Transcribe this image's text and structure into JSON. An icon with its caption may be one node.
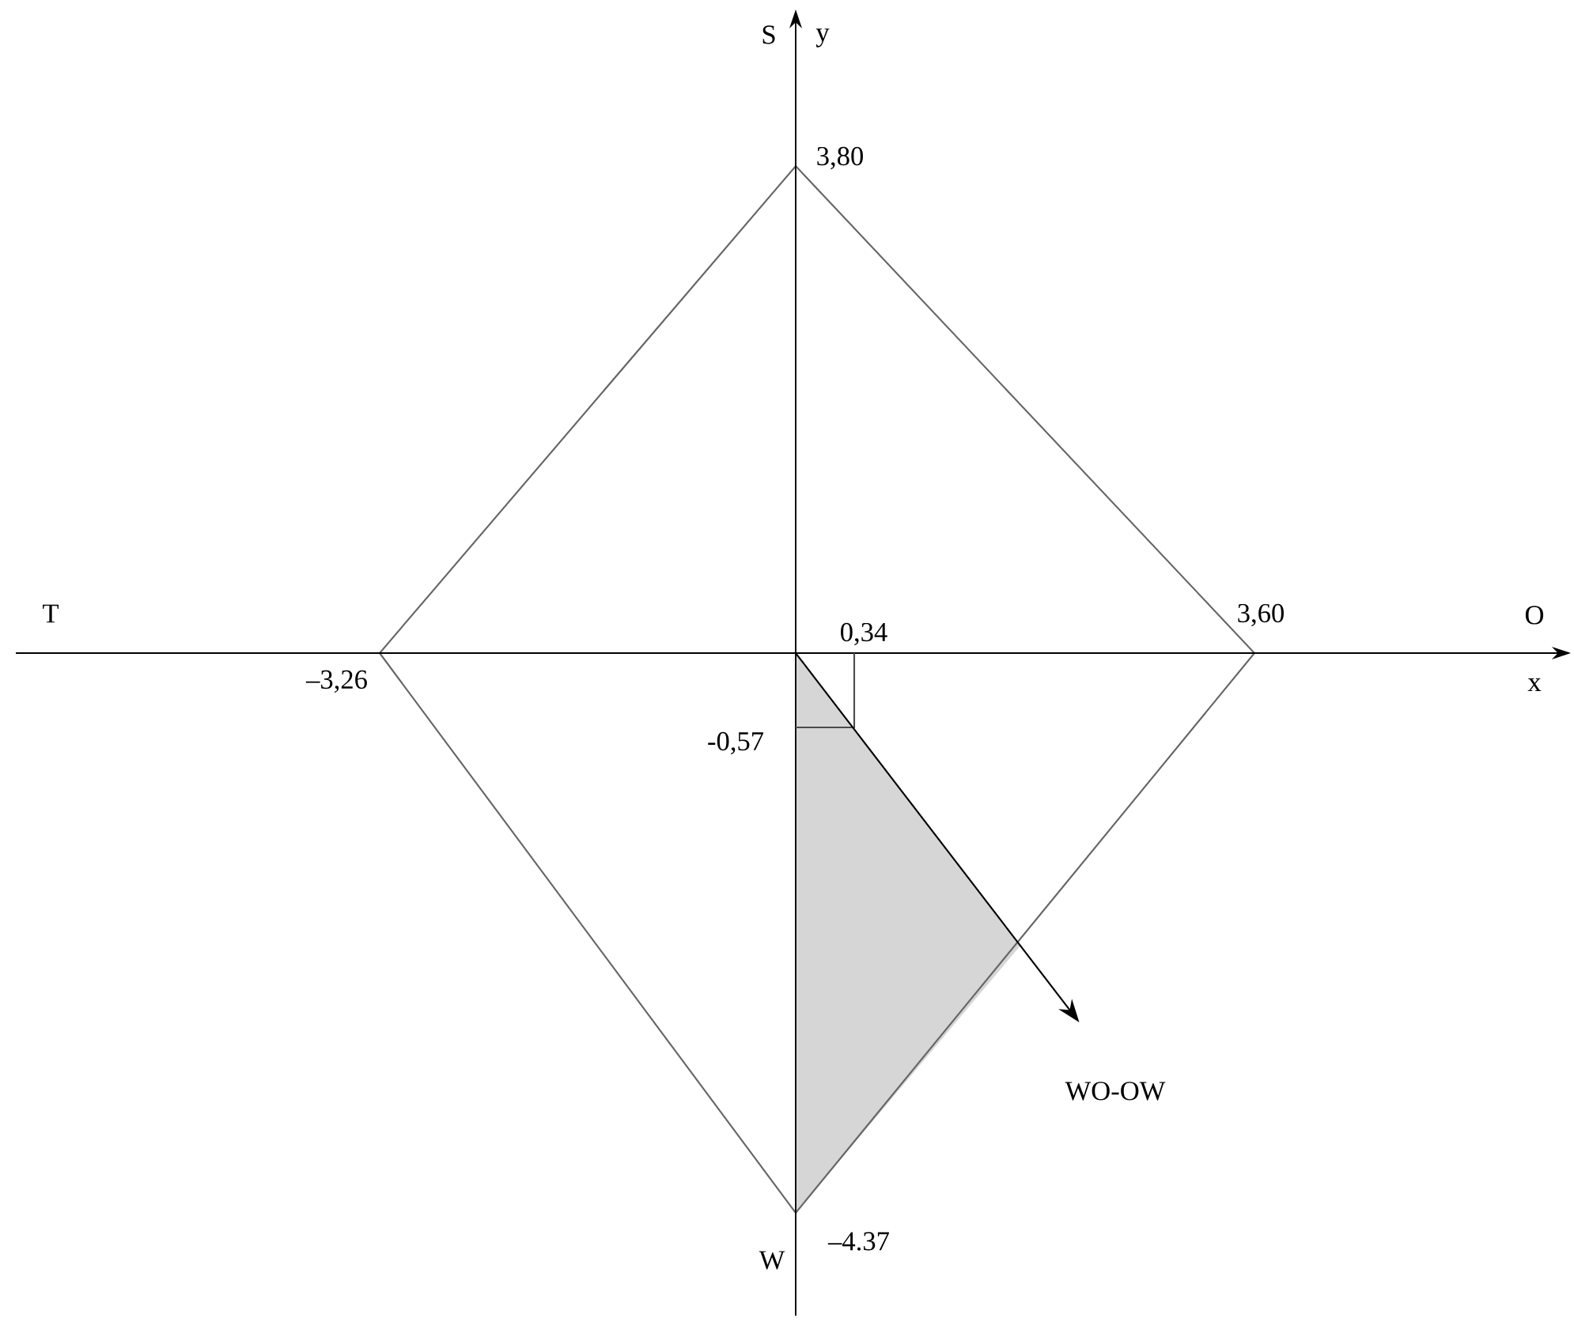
{
  "diagram": {
    "nodes": [
      {
        "text": [],
        "shape": "triangle"
      },
      {
        "text": [
          "WO-OW"
        ]
      }
    ],
    "edges": [
      {
        "from": 0,
        "to": 1,
        "arrow": "to"
      }
    ],
    "labels": [
      "S",
      "y",
      "3,80",
      "T",
      "3,60",
      "O",
      "0,34",
      "x",
      "–3,26",
      "-0,57",
      "W",
      "–4.37"
    ]
  }
}
